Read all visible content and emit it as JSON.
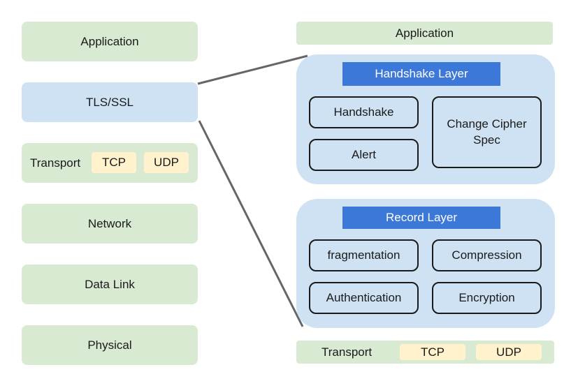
{
  "left_stack": {
    "application": "Application",
    "tls": "TLS/SSL",
    "transport": {
      "label": "Transport",
      "tcp": "TCP",
      "udp": "UDP"
    },
    "network": "Network",
    "data_link": "Data Link",
    "physical": "Physical"
  },
  "right_stack": {
    "application": "Application",
    "handshake_layer": {
      "title": "Handshake Layer",
      "handshake": "Handshake",
      "alert": "Alert",
      "change_cipher_spec": "Change Cipher Spec"
    },
    "record_layer": {
      "title": "Record Layer",
      "fragmentation": "fragmentation",
      "compression": "Compression",
      "authentication": "Authentication",
      "encryption": "Encryption"
    },
    "transport": {
      "label": "Transport",
      "tcp": "TCP",
      "udp": "UDP"
    }
  },
  "colors": {
    "layer_green": "#d9ead3",
    "layer_blue": "#cfe2f3",
    "protocol_yellow": "#fff2cc",
    "header_blue": "#3c78d8",
    "connector_gray": "#666666"
  }
}
